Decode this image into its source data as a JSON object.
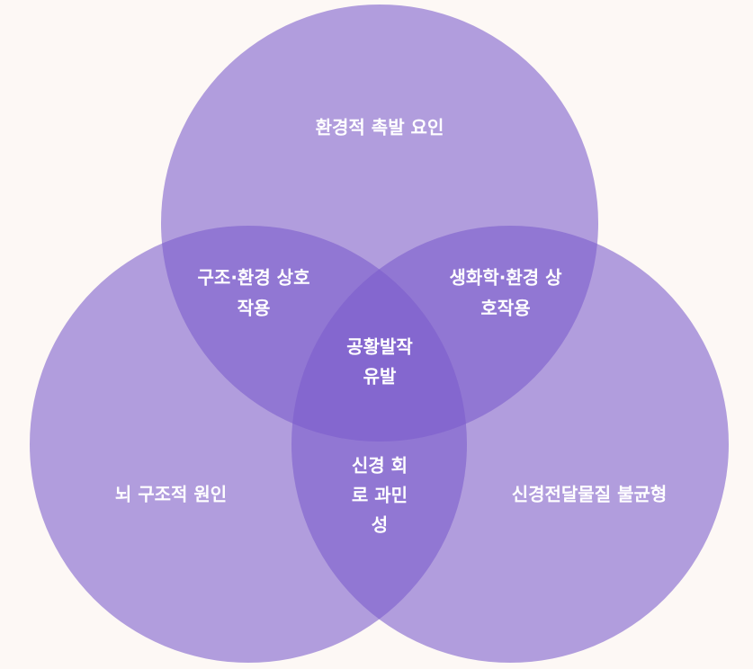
{
  "diagram": {
    "type": "venn",
    "circle_color": "#7b5ccc",
    "background_color": "#fdf8f5",
    "sets": {
      "top": "환경적 촉발 요인",
      "left": "뇌 구조적 원인",
      "right": "신경전달물질 불균형"
    },
    "intersections": {
      "top_left": [
        "구조·환경 상호",
        "작용"
      ],
      "top_right": [
        "생화학·환경 상",
        "호작용"
      ],
      "left_right": [
        "신경 회",
        "로 과민",
        "성"
      ],
      "center": [
        "공황발작",
        "유발"
      ]
    }
  }
}
